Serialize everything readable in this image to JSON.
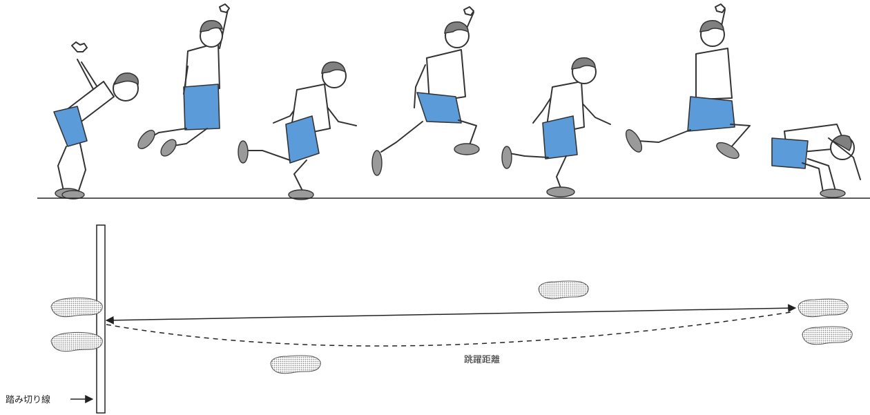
{
  "labels": {
    "takeoff_line": "踏み切り線",
    "jump_distance": "跳躍距離"
  },
  "colors": {
    "shorts": "#5b9bd9",
    "hair": "#808080",
    "shoe": "#9a9a9a",
    "outline": "#333333",
    "footprint": "#9e9e9e"
  },
  "figures": [
    {
      "pose": "crouch-arms-back"
    },
    {
      "pose": "jump-tuck"
    },
    {
      "pose": "run"
    },
    {
      "pose": "leap"
    },
    {
      "pose": "run"
    },
    {
      "pose": "leap"
    },
    {
      "pose": "landing-crouch"
    }
  ]
}
